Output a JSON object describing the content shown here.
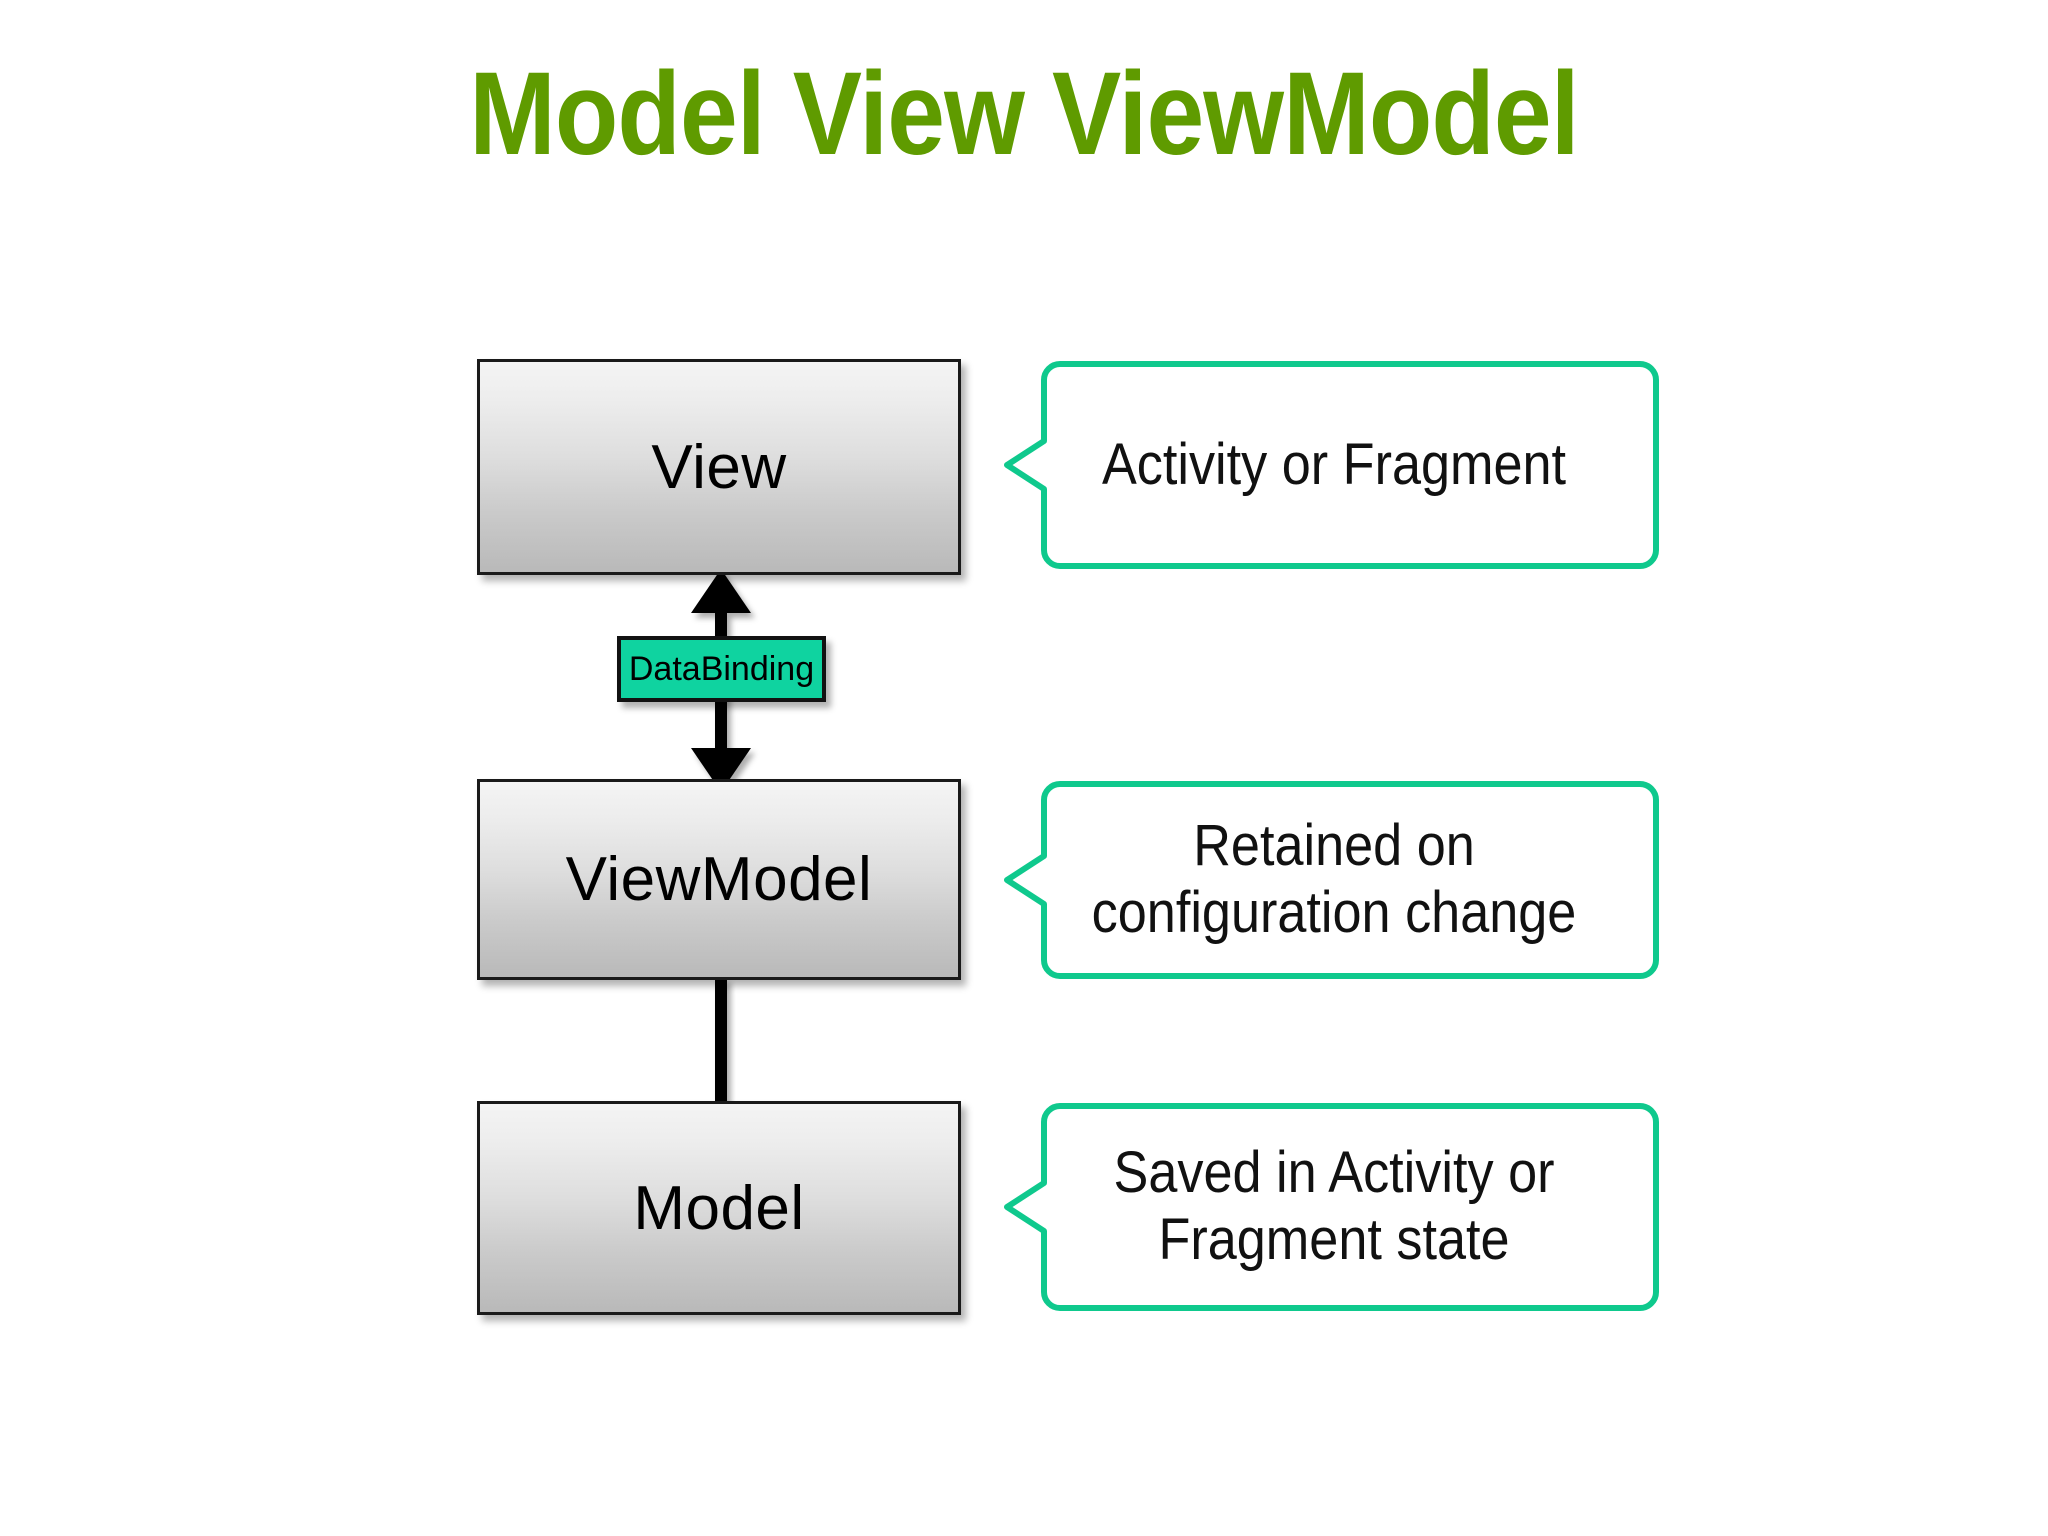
{
  "slide": {
    "title": "Model View ViewModel",
    "title_color": "#5F9B00",
    "background_color": "#FFFFFF",
    "accent_teal": "#0FC98D",
    "chip_color": "#0FD3A0"
  },
  "components": [
    {
      "id": "view",
      "label": "View"
    },
    {
      "id": "viewmodel",
      "label": "ViewModel"
    },
    {
      "id": "model",
      "label": "Model"
    }
  ],
  "connectors": [
    {
      "id": "view-viewmodel",
      "from": "View",
      "to": "ViewModel",
      "style": "double-arrow",
      "chip_label": "DataBinding"
    },
    {
      "id": "viewmodel-model",
      "from": "ViewModel",
      "to": "Model",
      "style": "plain-line",
      "chip_label": ""
    }
  ],
  "callouts": [
    {
      "id": "callout-view",
      "target": "View",
      "lines": [
        "Activity or Fragment"
      ]
    },
    {
      "id": "callout-viewmodel",
      "target": "ViewModel",
      "lines": [
        "Retained on",
        "configuration change"
      ]
    },
    {
      "id": "callout-model",
      "target": "Model",
      "lines": [
        "Saved in Activity or",
        "Fragment state"
      ]
    }
  ]
}
